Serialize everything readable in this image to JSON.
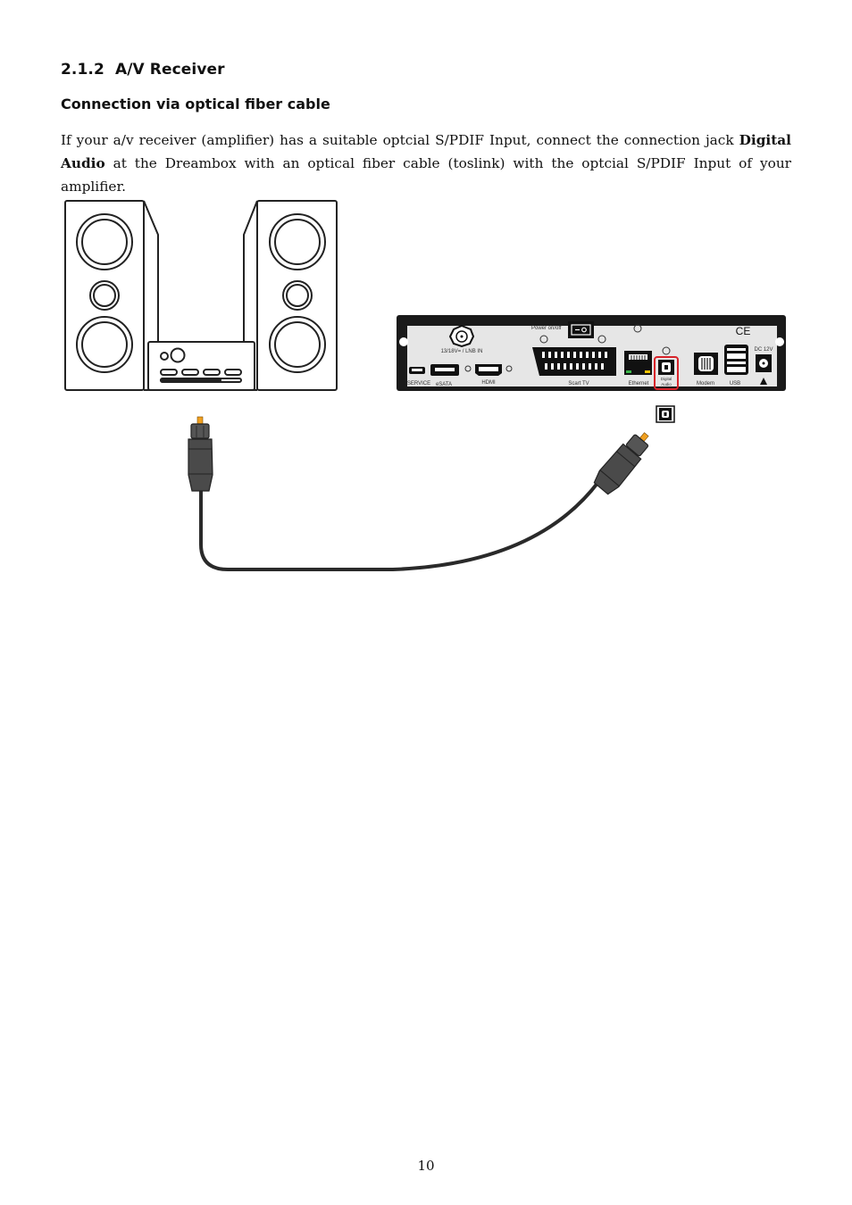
{
  "section": {
    "number": "2.1.2",
    "title": "A/V Receiver"
  },
  "subsection": {
    "title": "Connection via optical fiber cable"
  },
  "paragraph": {
    "part1": "If your a/v receiver (amplifier) has a suitable optcial S/PDIF Input, connect the connection jack ",
    "bold": "Digital Audio",
    "part2": " at the Dreambox with an optical fiber cable (toslink) with the optcial S/PDIF Input of your amplifier."
  },
  "figure": {
    "receiver_panel_labels": {
      "power": "Power on/off",
      "lnb": "13/18V= / LNB IN",
      "service": "SERVICE",
      "esata": "eSATA",
      "hdmi": "HDMI",
      "scart": "Scart TV",
      "ethernet": "Ethernet",
      "digital_audio_line1": "Digital",
      "digital_audio_line2": "Audio",
      "modem": "Modem",
      "usb": "USB",
      "dc": "DC 12V",
      "ce": "CE"
    },
    "highlight_color": "#d8232a",
    "plug_tip_color": "#f0a020",
    "cable_color": "#2a2a2a"
  },
  "page_number": "10"
}
